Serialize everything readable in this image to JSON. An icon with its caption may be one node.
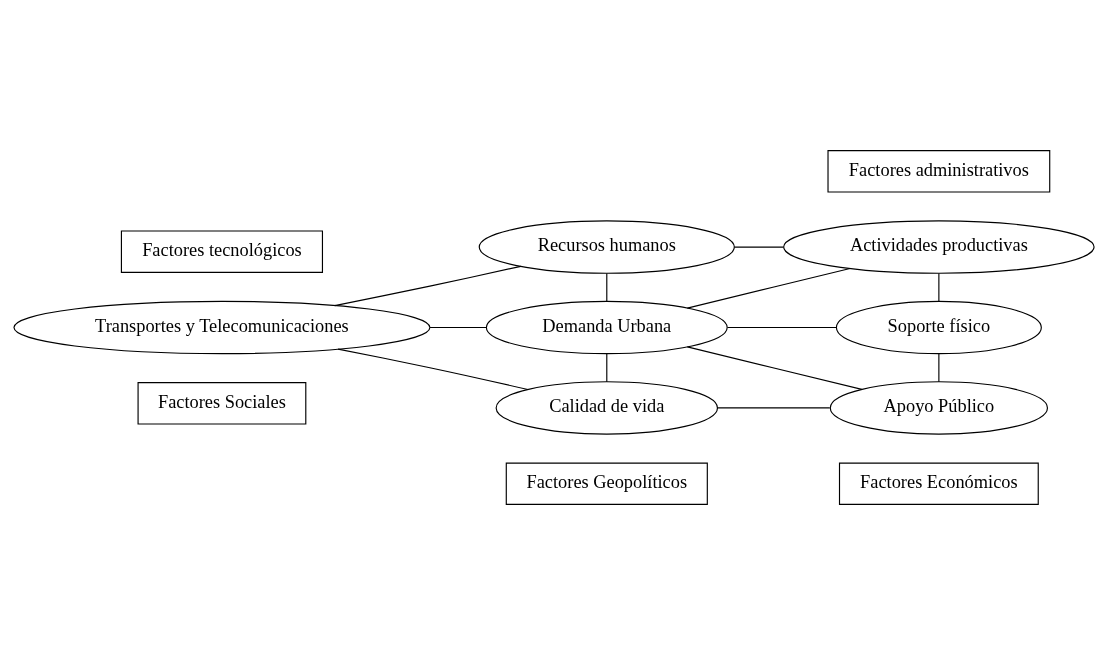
{
  "diagram": {
    "nodes": [
      {
        "text": [
          "Factores Sociales"
        ]
      },
      {
        "text": [
          "Factores Geopolíticos"
        ]
      },
      {
        "text": [
          "Factores Económicos"
        ]
      },
      {
        "text": [
          "Recursos humanos"
        ]
      },
      {
        "text": [
          "Actividades productivas"
        ]
      },
      {
        "text": [
          "Transportes y Telecomunicaciones"
        ]
      },
      {
        "text": [
          "Demanda Urbana"
        ]
      },
      {
        "text": [
          "Soporte físico"
        ]
      },
      {
        "text": [
          "Calidad de vida"
        ]
      },
      {
        "text": [
          "Apoyo Público"
        ]
      },
      {
        "text": [
          "Factores tecnológicos"
        ]
      },
      {
        "text": [
          "Factores administrativos"
        ]
      }
    ],
    "edges": [
      {
        "from": 3,
        "to": 4,
        "arrow": "none"
      },
      {
        "from": 5,
        "to": 3,
        "arrow": "none"
      },
      {
        "from": 3,
        "to": 6,
        "arrow": "none"
      },
      {
        "from": 5,
        "to": 6,
        "arrow": "none"
      },
      {
        "from": 5,
        "to": 8,
        "arrow": "none"
      },
      {
        "from": 6,
        "to": 8,
        "arrow": "none"
      },
      {
        "from": 6,
        "to": 4,
        "arrow": "none"
      },
      {
        "from": 6,
        "to": 7,
        "arrow": "none"
      },
      {
        "from": 6,
        "to": 9,
        "arrow": "none"
      },
      {
        "from": 4,
        "to": 7,
        "arrow": "none"
      },
      {
        "from": 7,
        "to": 9,
        "arrow": "none"
      },
      {
        "from": 8,
        "to": 9,
        "arrow": "none"
      }
    ]
  }
}
